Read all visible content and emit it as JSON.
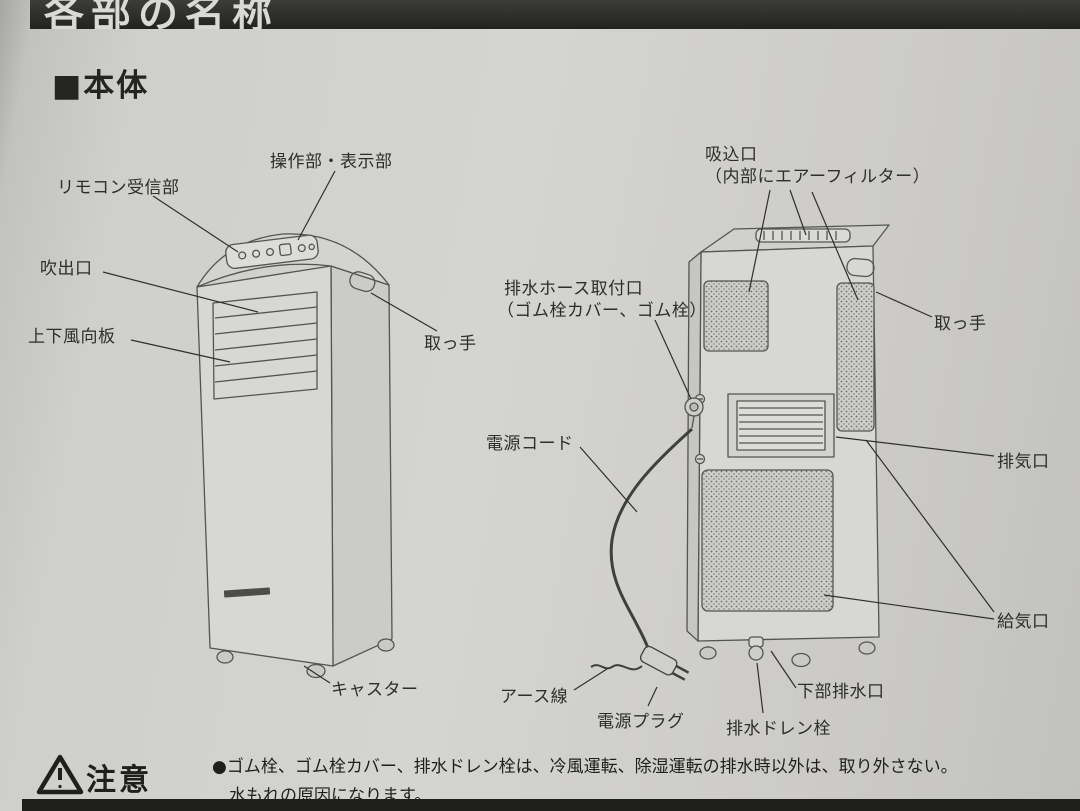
{
  "page": {
    "header": {
      "title": "各部の名称"
    },
    "section": {
      "title": "■本体"
    }
  },
  "front_view": {
    "labels": {
      "control_display": "操作部・表示部",
      "remote_receiver": "リモコン受信部",
      "air_outlet": "吹出口",
      "vertical_louver": "上下風向板",
      "handle": "取っ手",
      "caster": "キャスター"
    }
  },
  "back_view": {
    "labels": {
      "intake_line1": "吸込口",
      "intake_line2": "（内部にエアーフィルター）",
      "drain_hose_port_line1": "排水ホース取付口",
      "drain_hose_port_line2": "（ゴム栓カバー、ゴム栓）",
      "handle": "取っ手",
      "power_cord": "電源コード",
      "exhaust_port": "排気口",
      "air_supply_port": "給気口",
      "ground_wire": "アース線",
      "power_plug": "電源プラグ",
      "bottom_drain_port": "下部排水口",
      "drain_plug": "排水ドレン栓"
    }
  },
  "caution": {
    "label": "注意",
    "line1": "●ゴム栓、ゴム栓カバー、排水ドレン栓は、冷風運転、除湿運転の排水時以外は、取り外さない。",
    "line2": "水もれの原因になります。"
  },
  "colors": {
    "paper": "#d4d4d1",
    "ink": "#2d2d2b",
    "header_bar": "#2a2a28",
    "line_art": "#55554f"
  }
}
